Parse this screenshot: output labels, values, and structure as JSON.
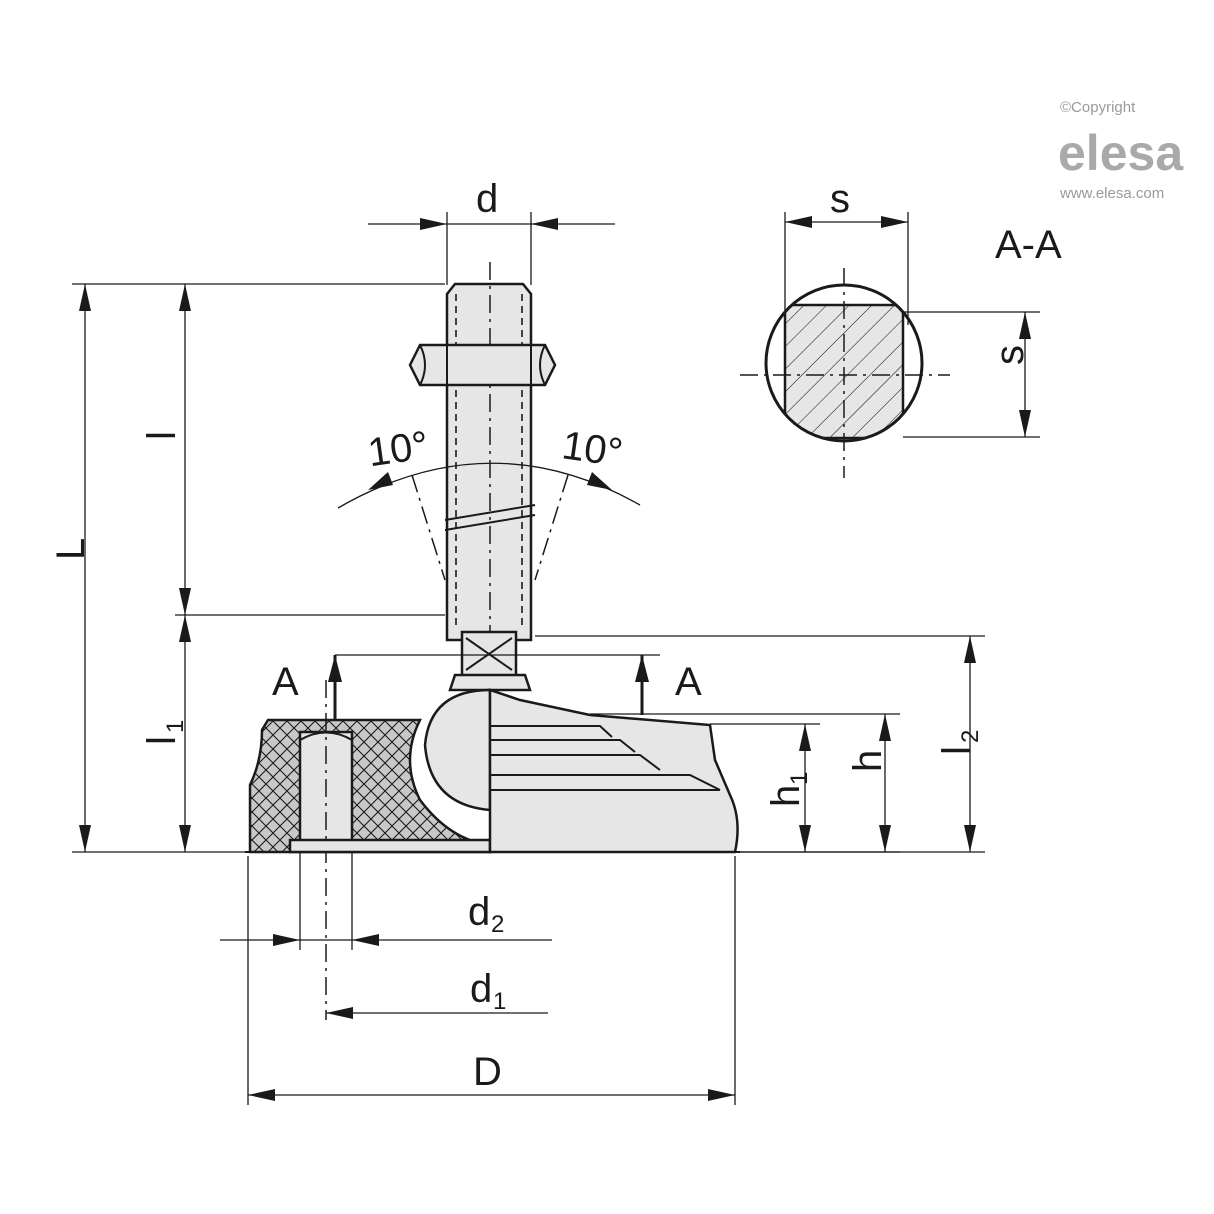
{
  "brand": {
    "copyright": "©Copyright",
    "name": "elesa",
    "url": "www.elesa.com"
  },
  "section_title": "A-A",
  "labels": {
    "d": "d",
    "L": "L",
    "l": "l",
    "l1_main": "l",
    "l1_sub": "1",
    "l2_main": "l",
    "l2_sub": "2",
    "h": "h",
    "h1_main": "h",
    "h1_sub": "1",
    "d1_main": "d",
    "d1_sub": "1",
    "d2_main": "d",
    "d2_sub": "2",
    "D": "D",
    "s_top": "s",
    "s_side": "s",
    "angle_left": "10°",
    "angle_right": "10°",
    "section_marker_left": "A",
    "section_marker_right": "A"
  }
}
